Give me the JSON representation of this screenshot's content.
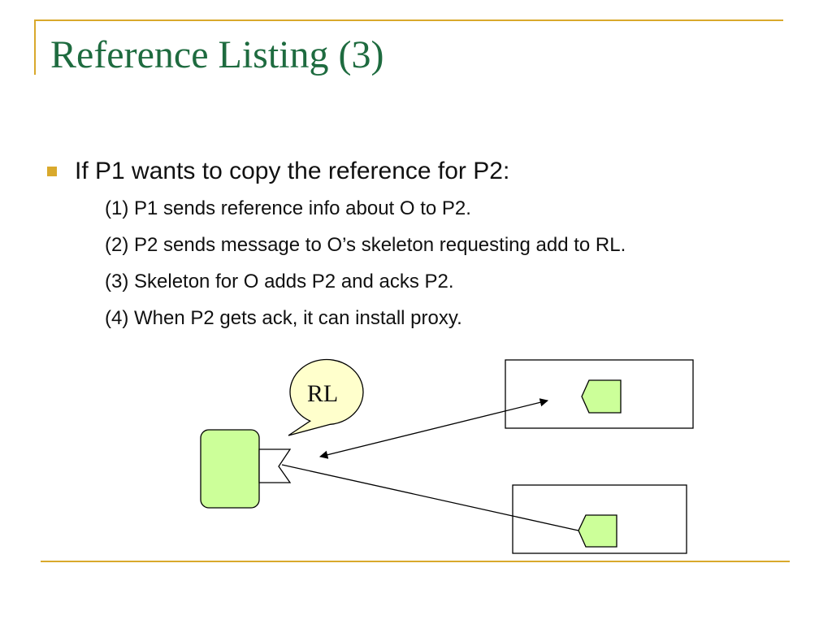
{
  "slide": {
    "title": "Reference Listing (3)",
    "bullet": "If P1 wants to copy the reference for P2:",
    "steps": [
      "(1) P1 sends reference info about O to P2.",
      "(2) P2 sends message to O’s skeleton requesting add to RL.",
      "(3) Skeleton for O adds P2 and acks P2.",
      "(4) When P2 gets ack, it can install proxy."
    ]
  },
  "diagram": {
    "callout_label": "RL"
  },
  "colors": {
    "title": "#1e6b3f",
    "accent": "#d9a92c",
    "shape_fill": "#ccff99",
    "callout_fill": "#ffffcc",
    "text": "#111111"
  }
}
